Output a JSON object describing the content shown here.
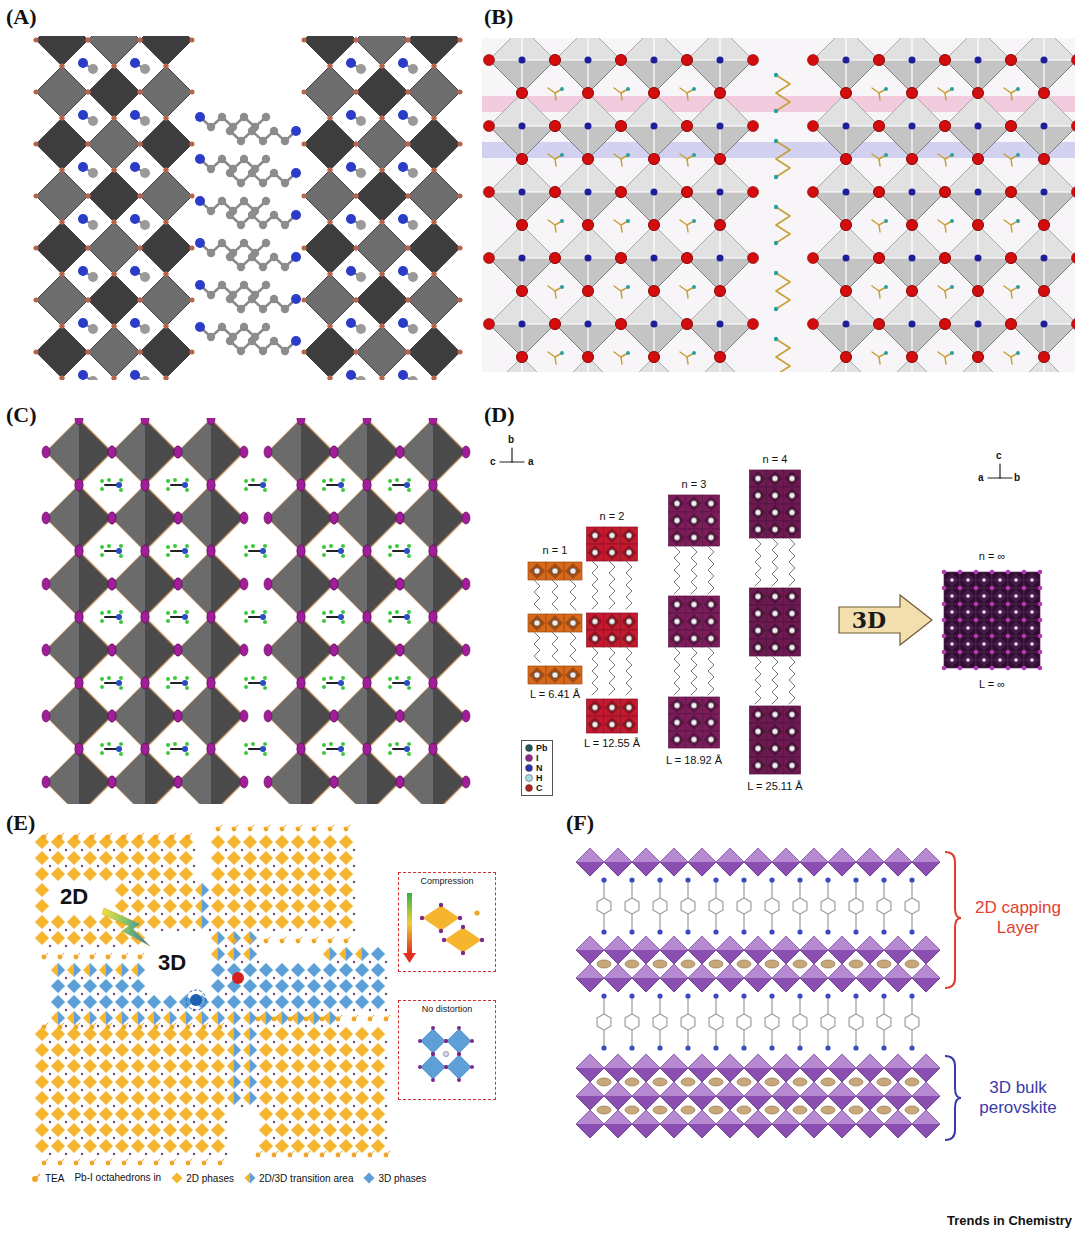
{
  "diagram": {
    "nodes": [
      {
        "text": [
          "3D"
        ]
      },
      {
        "text": [
          "Compression"
        ]
      },
      {
        "text": [
          "No distortion"
        ]
      }
    ],
    "labels": [
      "(A)",
      "(B)",
      "(C)",
      "(D)",
      "b",
      "c",
      "a",
      "n = 1",
      "L = 6.41 Å",
      "n = 2",
      "L = 12.55 Å",
      "n = 3",
      "L = 18.92 Å",
      "n = 4",
      "L = 25.11 Å",
      "c",
      "a",
      "b",
      "n = ∞",
      "L = ∞",
      "(E)",
      "2D",
      "3D",
      "Pb-I octahedrons in",
      "(F)",
      "2D capping Layer",
      "3D bulk perovskite",
      "Trends in Chemistry"
    ],
    "legend": [
      {
        "text": "Pb",
        "color": "#1e5a5a"
      },
      {
        "text": "I",
        "color": "#8e2a8e"
      },
      {
        "text": "N",
        "color": "#3030b0"
      },
      {
        "text": "H",
        "color": "#a8dce8"
      },
      {
        "text": "C",
        "color": "#b02020"
      },
      {
        "text": "TEA"
      },
      {
        "text": "2D phases",
        "color": "#f6b52e"
      },
      {
        "text": "2D/3D transition area"
      },
      {
        "text": "3D phases",
        "color": "#5e9fd8"
      }
    ]
  }
}
